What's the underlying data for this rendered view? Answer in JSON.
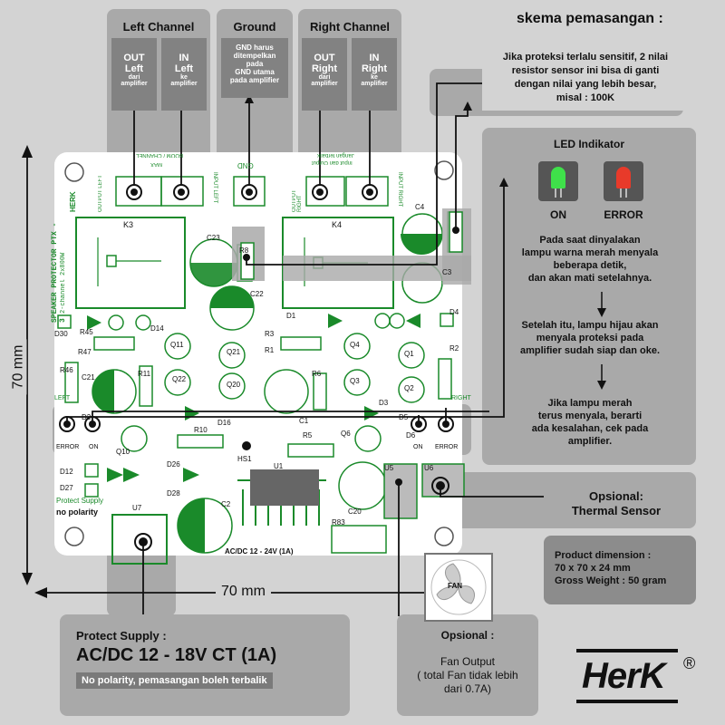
{
  "title": "skema pemasangan :",
  "top_groups": {
    "left": {
      "title": "Left Channel",
      "out": {
        "l1": "OUT",
        "l2": "Left",
        "l3": "dari",
        "l4": "amplifier"
      },
      "in": {
        "l1": "IN",
        "l2": "Left",
        "l3": "ke",
        "l4": "amplifier"
      }
    },
    "ground": {
      "title": "Ground",
      "l1": "GND harus",
      "l2": "ditempelkan",
      "l3": "pada",
      "l4": "GND utama",
      "l5": "pada amplifier"
    },
    "right": {
      "title": "Right Channel",
      "out": {
        "l1": "OUT",
        "l2": "Right",
        "l3": "dari",
        "l4": "amplifier"
      },
      "in": {
        "l1": "IN",
        "l2": "Right",
        "l3": "ke",
        "l4": "amplifier"
      }
    }
  },
  "resistor_note": {
    "l1": "Jika proteksi terlalu sensitif, 2 nilai",
    "l2": "resistor sensor ini bisa di ganti",
    "l3": "dengan nilai  yang lebih besar,",
    "l4": "misal : 100K"
  },
  "led_panel": {
    "title": "LED Indikator",
    "on_label": "ON",
    "error_label": "ERROR",
    "p1": [
      "Pada saat dinyalakan",
      "lampu warna merah menyala",
      "beberapa detik,",
      "dan akan mati setelahnya."
    ],
    "p2": [
      "Setelah itu, lampu hijau akan",
      "menyala proteksi pada",
      "amplifier sudah siap dan oke."
    ],
    "p3": [
      "Jika lampu merah",
      "terus menyala, berarti",
      "ada kesalahan, cek pada",
      "amplifier."
    ]
  },
  "thermal": {
    "l1": "Opsional:",
    "l2": "Thermal Sensor"
  },
  "product": {
    "l1": "Product dimension :",
    "l2": "70 x 70 x 24 mm",
    "l3": "Gross Weight : 50 gram"
  },
  "dim_h": "70 mm",
  "dim_v": "70 mm",
  "supply": {
    "title": "Protect Supply :",
    "main": "AC/DC 12 - 18V CT (1A)",
    "note": "No polarity, pemasangan boleh terbalik"
  },
  "fan": {
    "icon_label": "FAN",
    "l1": "Opsional :",
    "l2": "Fan Output",
    "l3": "( total Fan tidak lebih",
    "l4": "dari 0.7A)"
  },
  "brand": {
    "name": "HerK",
    "reg": "®"
  },
  "pcb": {
    "name1": "SPEAKER PROTECTOR PTX - 3",
    "name2": "2-channel 2x800W",
    "name3": "HERK",
    "out_left": "OUTPUT LEFT",
    "in_left": "INPUT LEFT",
    "out_right": "OUTPUT RIGHT",
    "in_right": "INPUT RIGHT",
    "gnd": "GND",
    "mirror1": "BOOM / CHANNEL",
    "mirror2": "MAX",
    "mirror3": "Input dan Output",
    "mirror4": "Jangan terbalik",
    "k3": "K3",
    "k4": "K4",
    "error": "ERROR",
    "on": "ON",
    "protect": "Protect Supply",
    "no_polarity": "no polarity",
    "acdc": "AC/DC 12 - 24V (1A)",
    "left": "LEFT",
    "right": "RIGHT",
    "labels": [
      "C23",
      "C22",
      "C4",
      "C3",
      "D1",
      "D4",
      "D14",
      "D30",
      "R45",
      "R47",
      "R46",
      "C21",
      "Q11",
      "Q22",
      "Q21",
      "Q20",
      "R3",
      "R1",
      "R6",
      "Q4",
      "Q1",
      "Q3",
      "R2",
      "Q2",
      "R11",
      "D16",
      "R10",
      "C1",
      "D3",
      "R5",
      "Q6",
      "D12",
      "D27",
      "Q10",
      "D26",
      "D28",
      "HS1",
      "U1",
      "U5",
      "U6",
      "U7",
      "C2",
      "C20",
      "R83",
      "R8",
      "D2",
      "D5",
      "D6"
    ]
  },
  "colors": {
    "green": "#1a8a2a",
    "panel": "#a9a9a9",
    "box": "#828282",
    "bg": "#d3d3d3"
  }
}
